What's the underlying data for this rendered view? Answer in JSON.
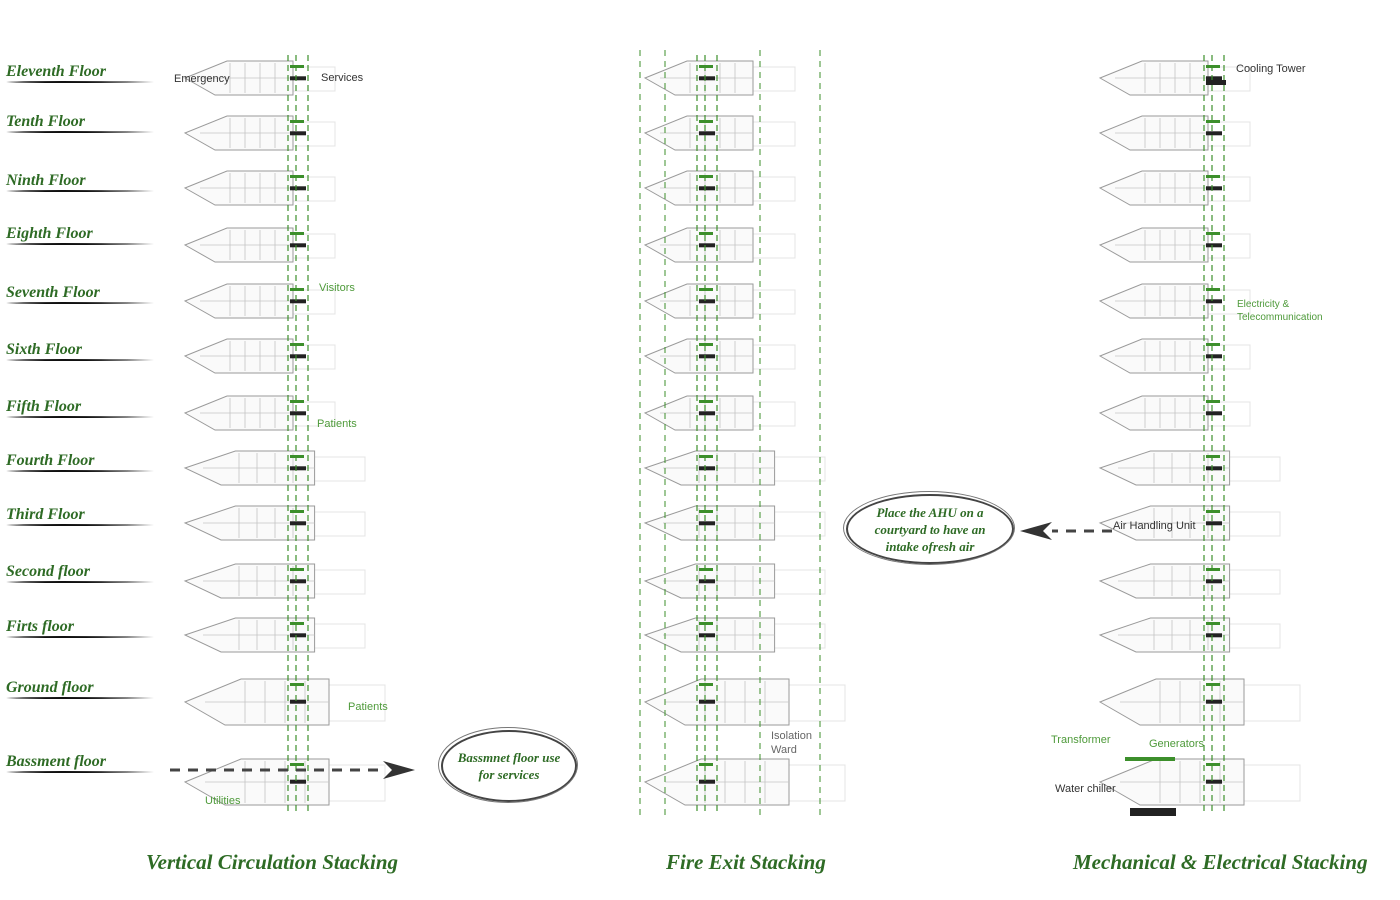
{
  "floors": [
    {
      "label": "Eleventh Floor"
    },
    {
      "label": "Tenth Floor"
    },
    {
      "label": "Ninth Floor"
    },
    {
      "label": "Eighth Floor"
    },
    {
      "label": "Seventh Floor"
    },
    {
      "label": "Sixth Floor"
    },
    {
      "label": "Fifth Floor"
    },
    {
      "label": "Fourth Floor"
    },
    {
      "label": "Third Floor"
    },
    {
      "label": "Second floor"
    },
    {
      "label": "Firts floor"
    },
    {
      "label": "Ground floor"
    },
    {
      "label": "Bassment floor"
    }
  ],
  "stacks": {
    "vertical": {
      "caption": "Vertical Circulation Stacking",
      "emergency": "Emergency",
      "services": "Services",
      "visitors": "Visitors",
      "patients_upper": "Patients",
      "patients_ground": "Patients",
      "utilities": "Utilities"
    },
    "fire": {
      "caption": "Fire Exit Stacking",
      "isolation_ward": "Isolation\nWard"
    },
    "mech": {
      "caption": "Mechanical & Electrical Stacking",
      "cooling_tower": "Cooling Tower",
      "electricity": "Electricity &\nTelecommunication",
      "ahu": "Air Handling Unit",
      "transformer": "Transformer",
      "generators": "Generators",
      "water_chiller": "Water chiller"
    }
  },
  "notes": {
    "basement": "Bassmnet floor use for services",
    "ahu": "Place the AHU on a courtyard to have an intake ofresh air"
  },
  "colors": {
    "label_green": "#2e6b25",
    "shaft_green": "#3c8f2b",
    "plan_line": "#9a9a9a",
    "dark": "#222222"
  }
}
